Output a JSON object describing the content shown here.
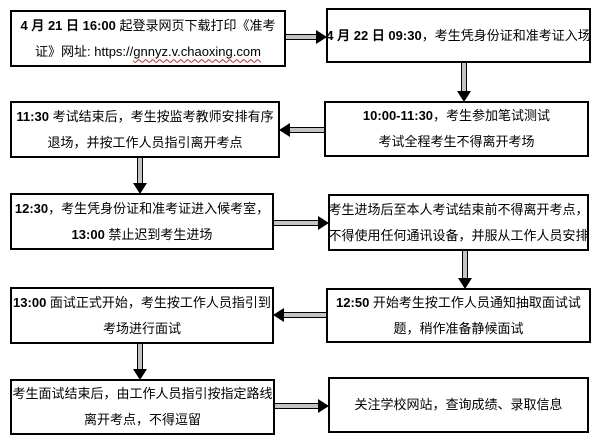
{
  "colors": {
    "box_border": "#000000",
    "text": "#000000",
    "arrow_shaft_gray": "#c4c4c4",
    "url_squiggle_red": "#cc2222",
    "background": "#ffffff"
  },
  "flowchart": {
    "boxes": [
      {
        "name": "print-admission-ticket",
        "segments": [
          {
            "text": "4 月 21 日 16:00 ",
            "bold": true
          },
          {
            "text": "起登录网页下载打印《准考\n证》网址: ",
            "bold": false
          },
          {
            "text": "https://",
            "bold": false
          },
          {
            "text": "gnnyz.v.chaoxing.com",
            "bold": false,
            "squiggle": true
          }
        ]
      },
      {
        "name": "entry-morning",
        "segments": [
          {
            "text": "4 月 22 日 09:30",
            "bold": true
          },
          {
            "text": "，考生凭身份证和准考证入场",
            "bold": false
          }
        ]
      },
      {
        "name": "written-test",
        "segments": [
          {
            "text": "10:00-11:30",
            "bold": true
          },
          {
            "text": "，考生参加笔试测试\n考试全程考生不得离开考场",
            "bold": false
          }
        ]
      },
      {
        "name": "written-test-exit",
        "segments": [
          {
            "text": "11:30 ",
            "bold": true
          },
          {
            "text": "考试结束后，考生按监考教师安排有序\n退场，并按工作人员指引离开考点",
            "bold": false
          }
        ]
      },
      {
        "name": "waiting-room-entry",
        "segments": [
          {
            "text": "12:30",
            "bold": true
          },
          {
            "text": "，考生凭身份证和准考证进入候考室，\n",
            "bold": false
          },
          {
            "text": "13:00 ",
            "bold": true
          },
          {
            "text": "禁止迟到考生进场",
            "bold": false
          }
        ]
      },
      {
        "name": "venue-rules",
        "segments": [
          {
            "text": "考生进场后至本人考试结束前不得离开考点，\n不得使用任何通讯设备，并服从工作人员安排",
            "bold": false
          }
        ]
      },
      {
        "name": "draw-interview-questions",
        "segments": [
          {
            "text": "12:50 ",
            "bold": true
          },
          {
            "text": "开始考生按工作人员通知抽取面试试\n题，稍作准备静候面试",
            "bold": false
          }
        ]
      },
      {
        "name": "interview-start",
        "segments": [
          {
            "text": "13:00 ",
            "bold": true
          },
          {
            "text": "面试正式开始，考生按工作人员指引到\n考场进行面试",
            "bold": false
          }
        ]
      },
      {
        "name": "leave-after-interview",
        "segments": [
          {
            "text": "考生面试结束后，由工作人员指引按指定路线\n离开考点，不得逗留",
            "bold": false
          }
        ]
      },
      {
        "name": "check-results",
        "segments": [
          {
            "text": "关注学校网站，查询成绩、录取信息",
            "bold": false
          }
        ]
      }
    ]
  }
}
